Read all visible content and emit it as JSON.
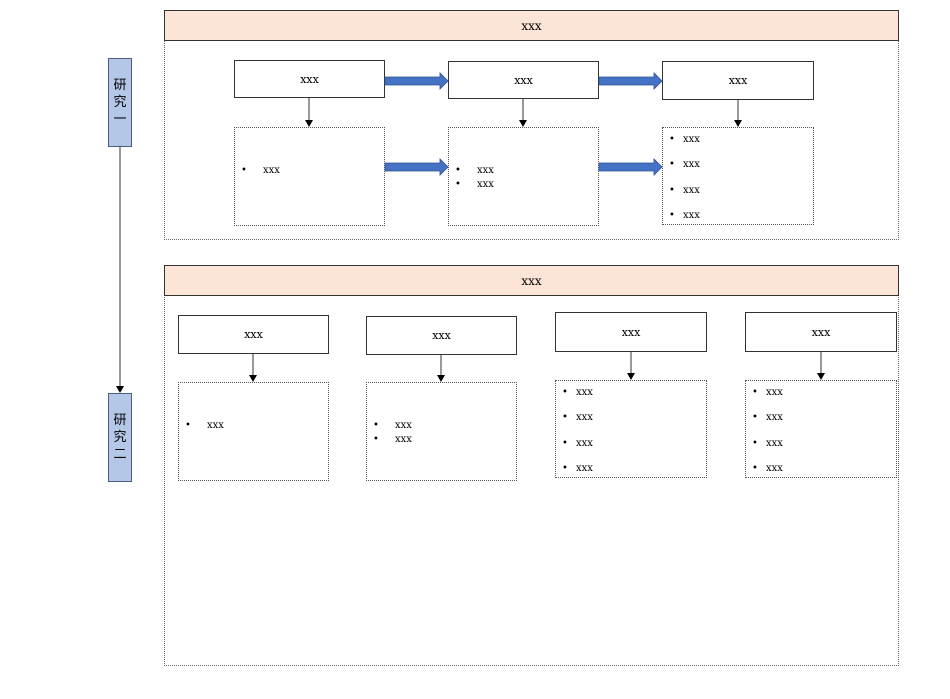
{
  "side_labels": {
    "study1": [
      "研",
      "究",
      "一"
    ],
    "study2": [
      "研",
      "究",
      "二"
    ]
  },
  "section1": {
    "header": "xxx",
    "boxes": [
      "xxx",
      "xxx",
      "xxx"
    ],
    "details": [
      [
        "xxx"
      ],
      [
        "xxx",
        "xxx"
      ],
      [
        "xxx",
        "xxx",
        "xxx",
        "xxx"
      ]
    ]
  },
  "section2": {
    "header": "xxx",
    "boxes": [
      "xxx",
      "xxx",
      "xxx",
      "xxx"
    ],
    "details": [
      [
        "xxx"
      ],
      [
        "xxx",
        "xxx"
      ],
      [
        "xxx",
        "xxx",
        "xxx",
        "xxx"
      ],
      [
        "xxx",
        "xxx",
        "xxx",
        "xxx"
      ]
    ]
  },
  "bullet": "•",
  "colors": {
    "header_fill": "#fce4d6",
    "side_fill": "#b4c7e7",
    "block_arrow": "#4472c4"
  }
}
